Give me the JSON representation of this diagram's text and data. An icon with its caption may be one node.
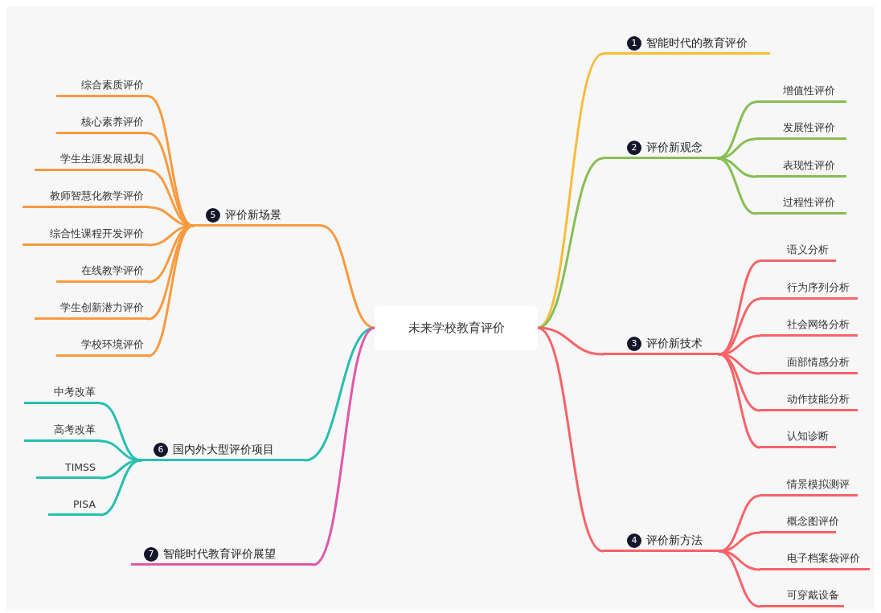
{
  "diagram": {
    "nodes": [
      {
        "text": [
          "未来学校教育评价"
        ]
      },
      {
        "text": [
          "1",
          "智能时代的教育评价"
        ]
      },
      {
        "text": [
          "2",
          "评价新观念"
        ]
      },
      {
        "text": [
          "增值性评价"
        ]
      },
      {
        "text": [
          "发展性评价"
        ]
      },
      {
        "text": [
          "表现性评价"
        ]
      },
      {
        "text": [
          "过程性评价"
        ]
      },
      {
        "text": [
          "3",
          "评价新技术"
        ]
      },
      {
        "text": [
          "语义分析"
        ]
      },
      {
        "text": [
          "行为序列分析"
        ]
      },
      {
        "text": [
          "社会网络分析"
        ]
      },
      {
        "text": [
          "面部情感分析"
        ]
      },
      {
        "text": [
          "动作技能分析"
        ]
      },
      {
        "text": [
          "认知诊断"
        ]
      },
      {
        "text": [
          "4",
          "评价新方法"
        ]
      },
      {
        "text": [
          "情景模拟测评"
        ]
      },
      {
        "text": [
          "概念图评价"
        ]
      },
      {
        "text": [
          "电子档案袋评价"
        ]
      },
      {
        "text": [
          "可穿戴设备"
        ]
      },
      {
        "text": [
          "5",
          "评价新场景"
        ]
      },
      {
        "text": [
          "综合素质评价"
        ]
      },
      {
        "text": [
          "核心素养评价"
        ]
      },
      {
        "text": [
          "学生生涯发展规划"
        ]
      },
      {
        "text": [
          "教师智慧化教学评价"
        ]
      },
      {
        "text": [
          "综合性课程开发评价"
        ]
      },
      {
        "text": [
          "在线教学评价"
        ]
      },
      {
        "text": [
          "学生创新潜力评价"
        ]
      },
      {
        "text": [
          "学校环境评价"
        ]
      },
      {
        "text": [
          "6",
          "国内外大型评价项目"
        ]
      },
      {
        "text": [
          "中考改革"
        ]
      },
      {
        "text": [
          "高考改革"
        ]
      },
      {
        "text": [
          "TIMSS"
        ]
      },
      {
        "text": [
          "PISA"
        ]
      },
      {
        "text": [
          "7",
          "智能时代教育评价展望"
        ]
      }
    ],
    "edges": [
      {
        "from": 0,
        "to": 1,
        "arrow": "none",
        "color": "#f8bc3a"
      },
      {
        "from": 0,
        "to": 2,
        "arrow": "none",
        "color": "#86bf52"
      },
      {
        "from": 2,
        "to": 3,
        "arrow": "none",
        "color": "#86bf52"
      },
      {
        "from": 2,
        "to": 4,
        "arrow": "none",
        "color": "#86bf52"
      },
      {
        "from": 2,
        "to": 5,
        "arrow": "none",
        "color": "#86bf52"
      },
      {
        "from": 2,
        "to": 6,
        "arrow": "none",
        "color": "#86bf52"
      },
      {
        "from": 0,
        "to": 7,
        "arrow": "none",
        "color": "#f76368"
      },
      {
        "from": 7,
        "to": 8,
        "arrow": "none",
        "color": "#f76368"
      },
      {
        "from": 7,
        "to": 9,
        "arrow": "none",
        "color": "#f76368"
      },
      {
        "from": 7,
        "to": 10,
        "arrow": "none",
        "color": "#f76368"
      },
      {
        "from": 7,
        "to": 11,
        "arrow": "none",
        "color": "#f76368"
      },
      {
        "from": 7,
        "to": 12,
        "arrow": "none",
        "color": "#f76368"
      },
      {
        "from": 7,
        "to": 13,
        "arrow": "none",
        "color": "#f76368"
      },
      {
        "from": 0,
        "to": 14,
        "arrow": "none",
        "color": "#f76368"
      },
      {
        "from": 14,
        "to": 15,
        "arrow": "none",
        "color": "#f76368"
      },
      {
        "from": 14,
        "to": 16,
        "arrow": "none",
        "color": "#f76368"
      },
      {
        "from": 14,
        "to": 17,
        "arrow": "none",
        "color": "#f76368"
      },
      {
        "from": 14,
        "to": 18,
        "arrow": "none",
        "color": "#f76368"
      },
      {
        "from": 0,
        "to": 19,
        "arrow": "none",
        "color": "#f99a3f"
      },
      {
        "from": 19,
        "to": 20,
        "arrow": "none",
        "color": "#f99a3f"
      },
      {
        "from": 19,
        "to": 21,
        "arrow": "none",
        "color": "#f99a3f"
      },
      {
        "from": 19,
        "to": 22,
        "arrow": "none",
        "color": "#f99a3f"
      },
      {
        "from": 19,
        "to": 23,
        "arrow": "none",
        "color": "#f99a3f"
      },
      {
        "from": 19,
        "to": 24,
        "arrow": "none",
        "color": "#f99a3f"
      },
      {
        "from": 19,
        "to": 25,
        "arrow": "none",
        "color": "#f99a3f"
      },
      {
        "from": 19,
        "to": 26,
        "arrow": "none",
        "color": "#f99a3f"
      },
      {
        "from": 19,
        "to": 27,
        "arrow": "none",
        "color": "#f99a3f"
      },
      {
        "from": 0,
        "to": 28,
        "arrow": "none",
        "color": "#27bfb1"
      },
      {
        "from": 28,
        "to": 29,
        "arrow": "none",
        "color": "#27bfb1"
      },
      {
        "from": 28,
        "to": 30,
        "arrow": "none",
        "color": "#27bfb1"
      },
      {
        "from": 28,
        "to": 31,
        "arrow": "none",
        "color": "#27bfb1"
      },
      {
        "from": 28,
        "to": 32,
        "arrow": "none",
        "color": "#27bfb1"
      },
      {
        "from": 0,
        "to": 33,
        "arrow": "none",
        "color": "#e156a8"
      }
    ]
  }
}
